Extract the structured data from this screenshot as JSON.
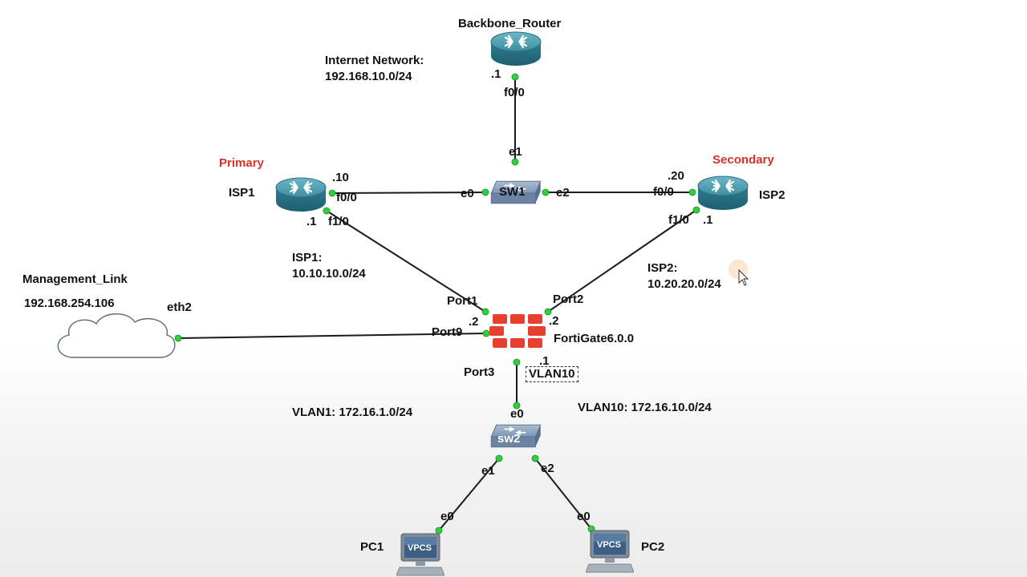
{
  "devices": {
    "backbone_router": "Backbone_Router",
    "isp1": "ISP1",
    "isp2": "ISP2",
    "sw1": "SW1",
    "sw2": "sw2",
    "fortigate": "FortiGate6.0.0",
    "cloud": "eth2",
    "pc1": "PC1",
    "pc2": "PC2",
    "vpcs_badge": "VPCS"
  },
  "roles": {
    "primary": "Primary",
    "secondary": "Secondary"
  },
  "networks": {
    "internet_title": "Internet Network:",
    "internet_subnet": "192.168.10.0/24",
    "isp1_title": "ISP1:",
    "isp1_subnet": "10.10.10.0/24",
    "isp2_title": "ISP2:",
    "isp2_subnet": "10.20.20.0/24",
    "mgmt_title": "Management_Link",
    "mgmt_ip": "192.168.254.106",
    "vlan1": "VLAN1: 172.16.1.0/24",
    "vlan10": "VLAN10: 172.16.10.0/24",
    "vlan_tag": "VLAN10"
  },
  "interfaces": {
    "bb_host": ".1",
    "bb_f00": "f0/0",
    "sw1_e1": "e1",
    "sw1_e0": "e0",
    "sw1_e2": "e2",
    "isp1_host10": ".10",
    "isp1_f00": "f0/0",
    "isp1_host1": ".1",
    "isp1_f10": "f1/0",
    "isp2_host20": ".20",
    "isp2_f00": "f0/0",
    "isp2_f10": "f1/0",
    "isp2_host1": ".1",
    "port1": "Port1",
    "port2": "Port2",
    "port9": "Port9",
    "port3": "Port3",
    "fg_p1_host": ".2",
    "fg_p2_host": ".2",
    "fg_p3_host": ".1",
    "sw2_e0": "e0",
    "sw2_e1": "e1",
    "sw2_e2": "e2",
    "pc1_e0": "e0",
    "pc2_e0": "e0"
  },
  "colors": {
    "link": "#1a1a1a",
    "port_dot": "#2fd13a",
    "router_body": "#3e8fa2",
    "switch_body": "#7d96b4",
    "firewall": "#e8402f",
    "role_label": "#d93224"
  }
}
